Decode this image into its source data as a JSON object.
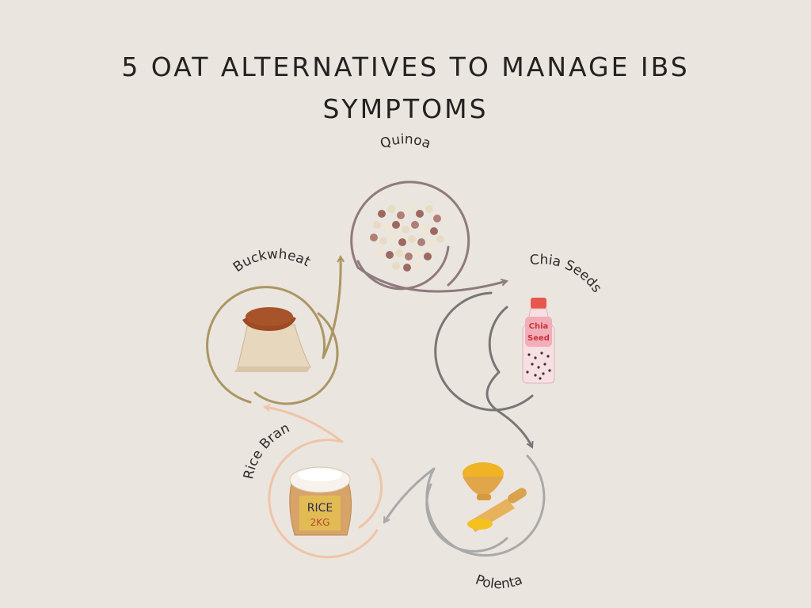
{
  "title": "5 OAT ALTERNATIVES TO MANAGE IBS SYMPTOMS",
  "items": [
    {
      "label": "Quinoa",
      "icon": "quinoa-seeds-icon",
      "color": "#8f7a7e"
    },
    {
      "label": "Chia Seeds",
      "icon": "chia-seed-bottle-icon",
      "color": "#777777",
      "bottle_text_1": "Chia",
      "bottle_text_2": "Seed"
    },
    {
      "label": "Polenta",
      "icon": "polenta-bowl-icon",
      "color": "#a9a9a9"
    },
    {
      "label": "Rice Bran",
      "icon": "rice-sack-icon",
      "color": "#efc4a8",
      "sack_text_1": "RICE",
      "sack_text_2": "2KG"
    },
    {
      "label": "Buckwheat",
      "icon": "buckwheat-sack-icon",
      "color": "#ab9663"
    }
  ]
}
